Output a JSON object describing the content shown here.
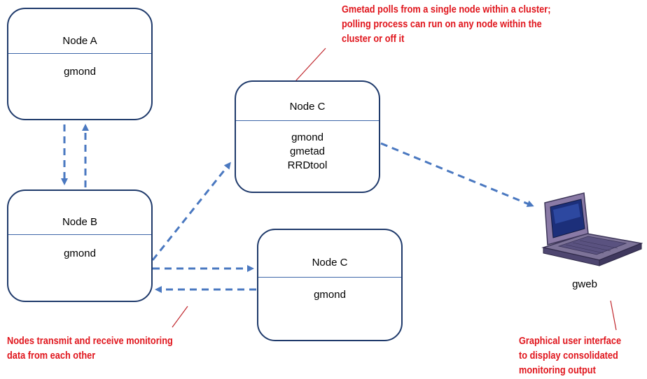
{
  "nodes": {
    "node_a": {
      "title": "Node  A",
      "services": [
        "gmond"
      ]
    },
    "node_b": {
      "title": "Node B",
      "services": [
        "gmond"
      ]
    },
    "node_c_top": {
      "title": "Node C",
      "services": [
        "gmond",
        "gmetad",
        "RRDtool"
      ]
    },
    "node_c_bottom": {
      "title": "Node C",
      "services": [
        "gmond"
      ]
    }
  },
  "gweb": {
    "label": "gweb",
    "icon": "laptop-computer-icon"
  },
  "annotations": {
    "gmetad_note": [
      "Gmetad polls from a single node within a cluster;",
      "polling process can run on any node within the",
      "cluster or off it"
    ],
    "transmit_note": [
      "Nodes transmit and receive monitoring",
      "data from each other"
    ],
    "gui_note": [
      "Graphical user interface",
      "to display consolidated",
      "monitoring output"
    ]
  },
  "colors": {
    "arrow": "#4a78c0",
    "node_border": "#1f3a6b",
    "annotation": "#e0151c",
    "leader_line": "#c0262c"
  }
}
